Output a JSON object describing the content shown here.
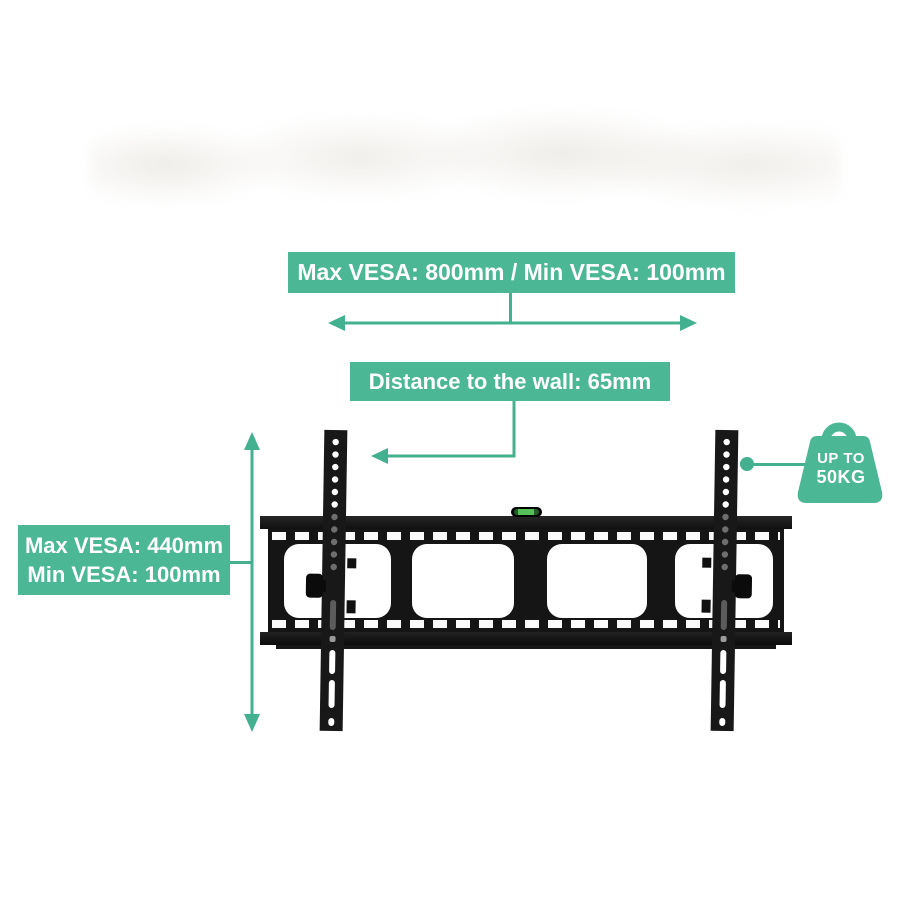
{
  "colors": {
    "accent_green": "#4BB795",
    "bracket_black": "#161616",
    "label_text": "#FFFFFF",
    "background": "#FFFFFF"
  },
  "labels": {
    "top_vesa": {
      "text": "Max VESA: 800mm / Min VESA: 100mm"
    },
    "wall_distance": {
      "text": "Distance to the wall: 65mm"
    },
    "side_vesa": {
      "line1": "Max VESA: 440mm",
      "line2": "Min VESA: 100mm"
    },
    "weight_badge": {
      "line1": "UP TO",
      "line2": "50KG"
    }
  },
  "icons": {
    "weight_icon": "kettlebell-weight-icon",
    "horizontal_arrow": "horizontal-double-arrow-icon",
    "vertical_arrow": "vertical-double-arrow-icon",
    "wall_pointer": "down-left-arrow-icon"
  }
}
